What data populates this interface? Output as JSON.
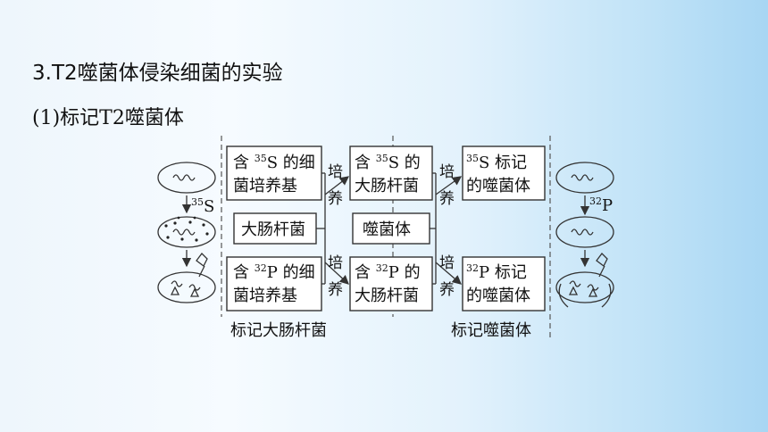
{
  "heading": "3.T2噬菌体侵染细菌的实验",
  "subheading": "(1)标记T2噬菌体",
  "diagram": {
    "box_s_medium": {
      "pre": "含 ",
      "iso": "35",
      "elem": "S 的细",
      "line2": "菌培养基"
    },
    "box_ecoli": "大肠杆菌",
    "box_p_medium": {
      "pre": "含 ",
      "iso": "32",
      "elem": "P 的细",
      "line2": "菌培养基"
    },
    "culture_label_top": [
      "培",
      "养"
    ],
    "culture_label_bottom": [
      "培",
      "养"
    ],
    "box_s_ecoli": {
      "pre": "含 ",
      "iso": "35",
      "elem": "S 的",
      "line2": "大肠杆菌"
    },
    "box_phage": "噬菌体",
    "box_p_ecoli": {
      "pre": "含 ",
      "iso": "32",
      "elem": "P 的",
      "line2": "大肠杆菌"
    },
    "culture_label_top2": [
      "培",
      "养"
    ],
    "culture_label_bottom2": [
      "培",
      "养"
    ],
    "box_s_phage": {
      "iso": "35",
      "elem": "S 标记",
      "line2": "的噬菌体"
    },
    "box_p_phage": {
      "iso": "32",
      "elem": "P 标记",
      "line2": "的噬菌体"
    },
    "label_left_iso": {
      "iso": "35",
      "elem": "S"
    },
    "label_right_iso": {
      "iso": "32",
      "elem": "P"
    },
    "caption_left": "标记大肠杆菌",
    "caption_right": "标记噬菌体"
  }
}
